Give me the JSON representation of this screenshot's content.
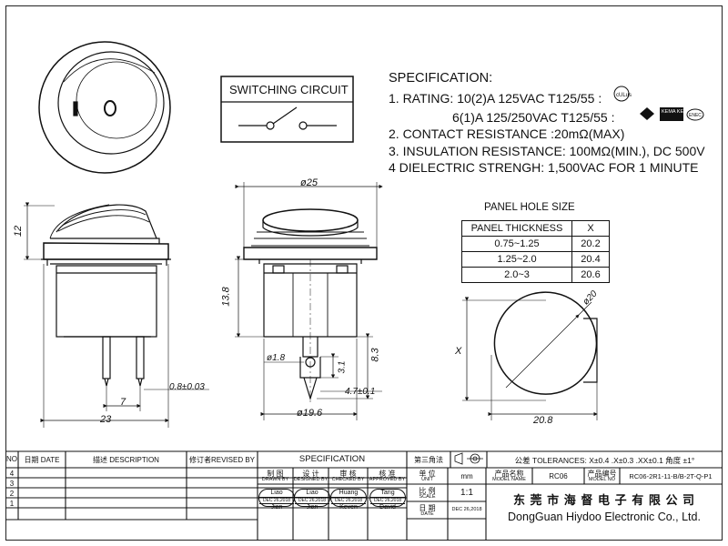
{
  "switching_circuit": {
    "label": "SWITCHING CIRCUIT"
  },
  "rocker_symbols": {
    "on": "I",
    "off": "O"
  },
  "specification": {
    "title": "SPECIFICATION:",
    "lines": [
      "1. RATING: 10(2)A 125VAC T125/55 :",
      "6(1)A 125/250VAC T125/55 :",
      "2. CONTACT RESISTANCE :20mΩ(MAX)",
      "3. INSULATION RESISTANCE: 100MΩ(MIN.), DC 500V",
      "4 DIELECTRIC STRENGH: 1,500VAC FOR 1 MINUTE"
    ],
    "cert_marks": [
      "cULus",
      "CQC",
      "KEMA KEUR",
      "ENEC"
    ]
  },
  "panel_hole": {
    "title": "PANEL HOLE SIZE",
    "headers": [
      "PANEL THICKNESS",
      "X"
    ],
    "rows": [
      [
        "0.75~1.25",
        "20.2"
      ],
      [
        "1.25~2.0",
        "20.4"
      ],
      [
        "2.0~3",
        "20.6"
      ]
    ]
  },
  "dimensions": {
    "side_height": "12",
    "side_width": "23",
    "pin_thickness": "0.8±0.03",
    "pin_spacing": "7",
    "top_dia": "ø25",
    "body_height": "13.8",
    "pin_hole_dia": "ø1.8",
    "pin_tip": "3.1",
    "pin_length": "8.3",
    "base_dia": "ø19.6",
    "pin_width": "4.7±0.1",
    "hole_dia": "ø20",
    "hole_x": "X",
    "hole_flat": "20.8"
  },
  "title_block": {
    "header": {
      "no": "NO",
      "date": "日期 DATE",
      "description": "描述 DESCRIPTION",
      "revised_by": "修订者REVISED BY",
      "specification": "SPECIFICATION",
      "projection": "第三角法",
      "tolerances": "公差 TOLERANCES: X±0.4  .X±0.3  .XX±0.1 角度 ±1°"
    },
    "rev_rows": [
      "4",
      "3",
      "2",
      "1"
    ],
    "roles": [
      {
        "cn": "制 图",
        "en": "DRAWN BY",
        "name_top": "Liao",
        "date": "DEC 26,2018",
        "name_bottom": "Jian"
      },
      {
        "cn": "设 计",
        "en": "DESIGNED BY",
        "name_top": "Liao",
        "date": "DEC 26,2018",
        "name_bottom": "Jian"
      },
      {
        "cn": "审 核",
        "en": "CHECKED BY",
        "name_top": "Huang",
        "date": "DEC 26,2018",
        "name_bottom": "Keven"
      },
      {
        "cn": "核 准",
        "en": "APPROVED BY",
        "name_top": "Tang",
        "date": "DEC 26,2018",
        "name_bottom": "David"
      }
    ],
    "unit_label": "单 位",
    "unit_sub": "UNIT",
    "unit_value": "mm",
    "scale_label": "比 例",
    "scale_sub": "SCALE",
    "scale_value": "1:1",
    "date_label": "日 期",
    "date_sub": "DATE",
    "date_value": "DEC 26,2018",
    "product_name_label": "产品名称",
    "product_name_sub": "MODEL NAME",
    "product_name": "RC06",
    "model_no_label": "产品编号",
    "model_no_sub": "MODEL NO",
    "model_no": "RC06-2R1-11-B/B-2T-Q-P1",
    "company_cn": "东 莞 市 海 督 电 子 有 限 公 司",
    "company_en": "DongGuan Hiydoo Electronic  Co., Ltd."
  }
}
